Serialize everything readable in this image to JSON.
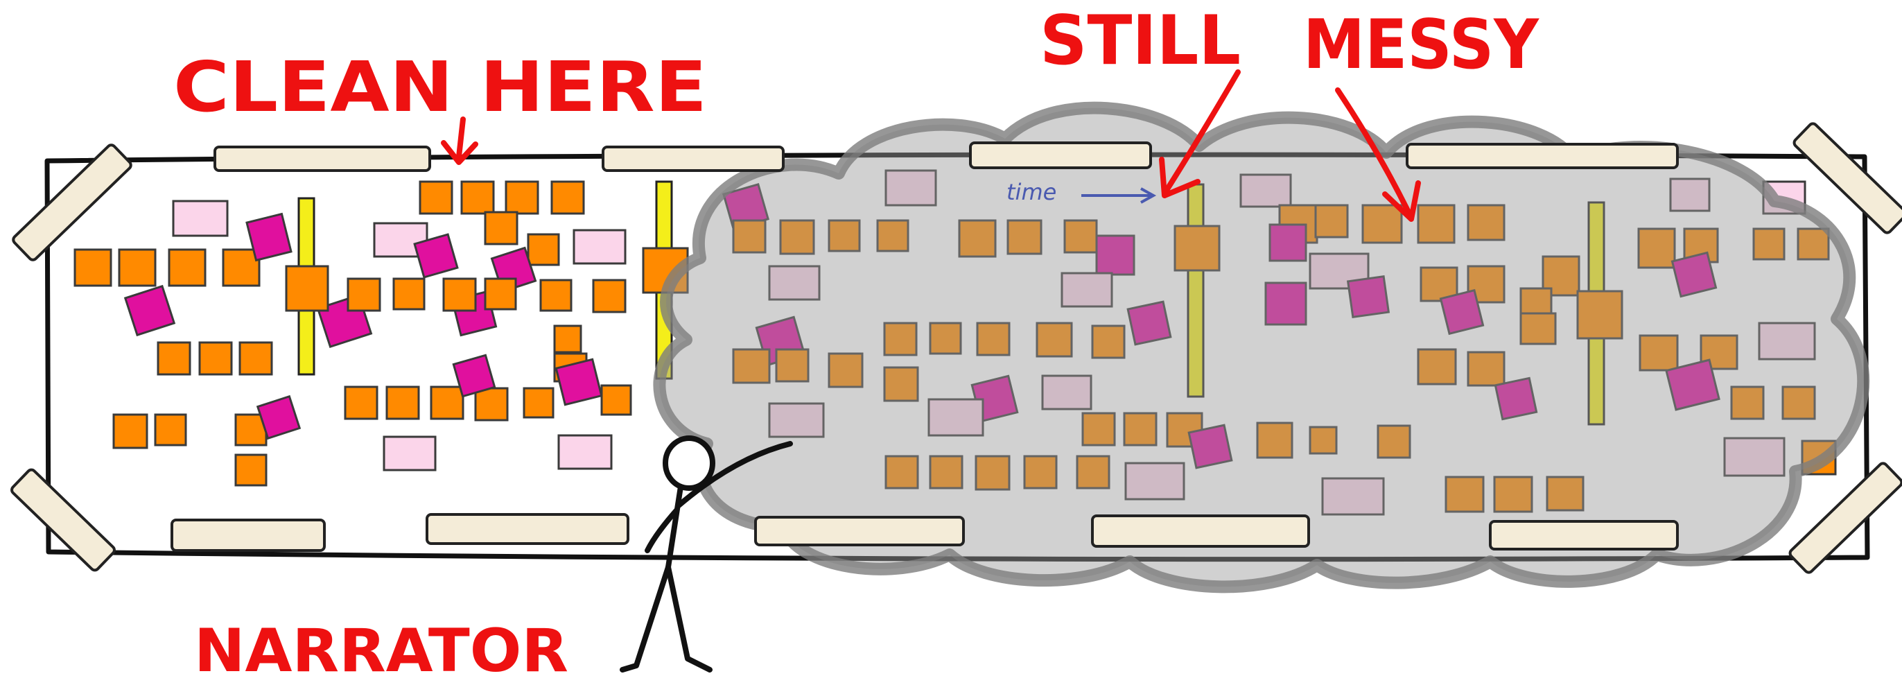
{
  "labels": {
    "clean": "CLEAN HERE",
    "still": "STILL",
    "messy": "MESSY",
    "narrator": "NARRATOR",
    "time": "time"
  },
  "colors": {
    "red_annotation": "#ee1111",
    "orange_note": "#ff8a00",
    "magenta_note": "#e0109e",
    "pink_note": "#fbd5ea",
    "timeline_bar": "#f4ee1a",
    "mess_cloud": "#9a9a9a",
    "time_arrow": "#4a5ab0"
  }
}
